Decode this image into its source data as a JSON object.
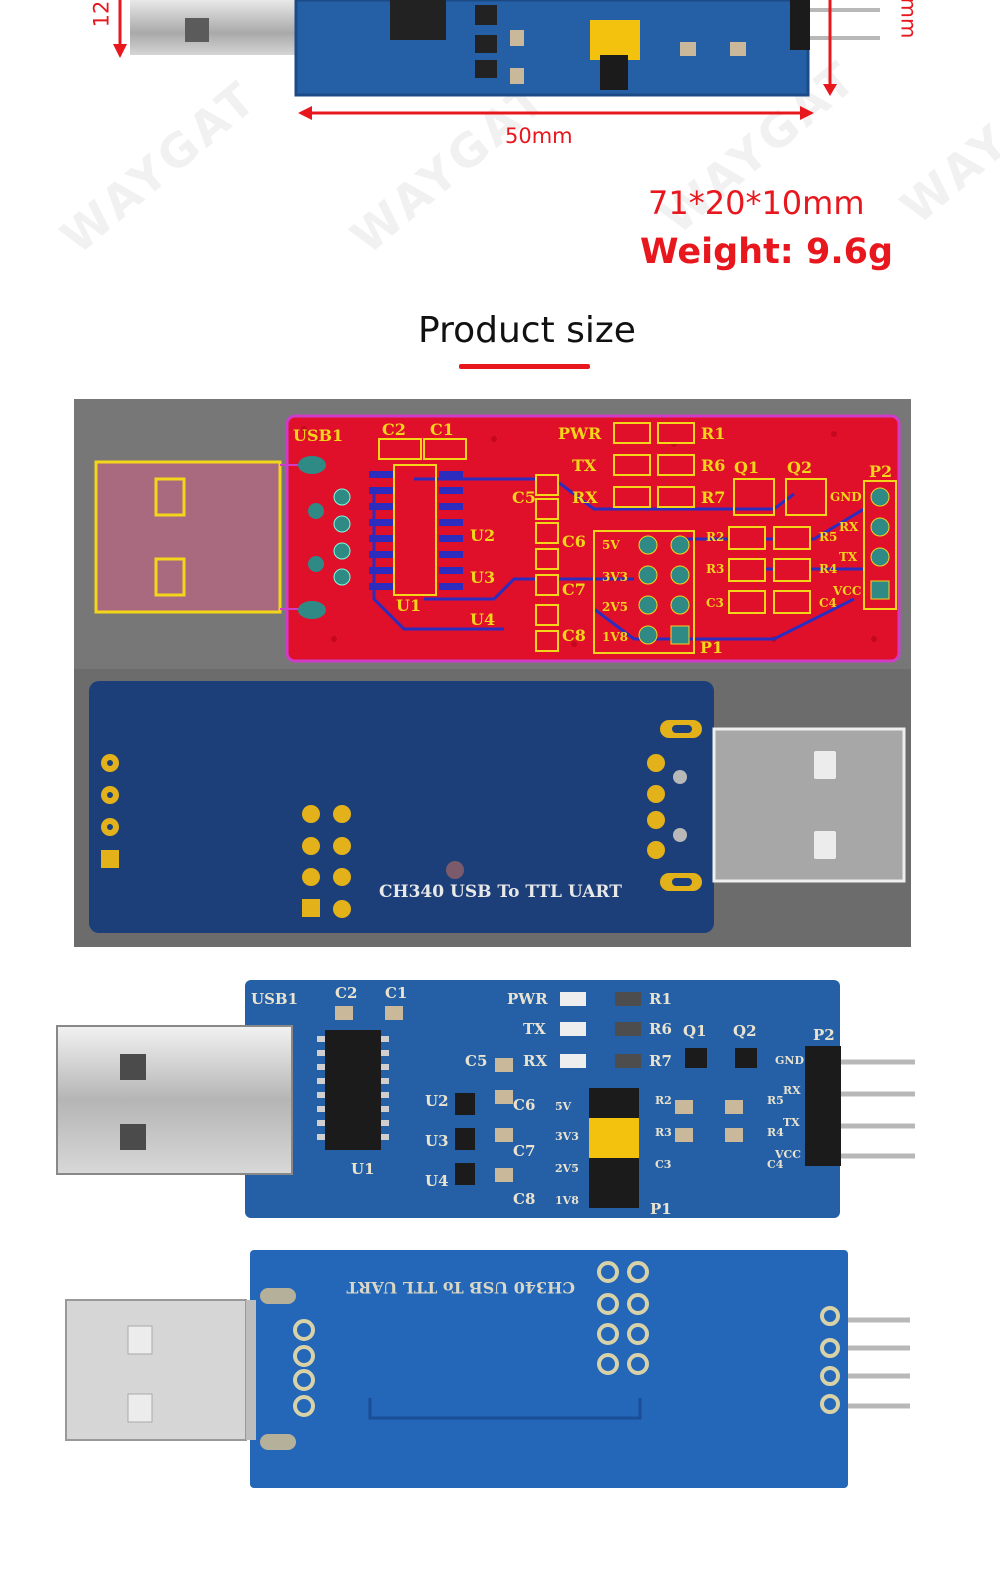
{
  "top_section": {
    "height_label": "12",
    "side_label": "mm",
    "width_label": "50mm",
    "dimensions": "71*20*10mm",
    "weight": "Weight: 9.6g"
  },
  "section_title": "Product size",
  "watermark": "WAYGAT",
  "pcb_labels": {
    "usb": "USB1",
    "c1": "C1",
    "c2": "C2",
    "c3": "C3",
    "c4": "C4",
    "c5": "C5",
    "c6": "C6",
    "c7": "C7",
    "c8": "C8",
    "pwr": "PWR",
    "tx": "TX",
    "rx": "RX",
    "r1": "R1",
    "r2": "R2",
    "r3": "R3",
    "r4": "R4",
    "r5": "R5",
    "r6": "R6",
    "r7": "R7",
    "q1": "Q1",
    "q2": "Q2",
    "u1": "U1",
    "u2": "U2",
    "u3": "U3",
    "u4": "U4",
    "p1": "P1",
    "p2": "P2",
    "v5": "5V",
    "v33": "3V3",
    "v25": "2V5",
    "v18": "1V8",
    "gnd": "GND",
    "pin_rx": "RX",
    "pin_tx": "TX",
    "vcc": "VCC"
  },
  "board_silkscreen": "CH340 USB To TTL UART",
  "colors": {
    "accent_red": "#e8171e",
    "pcb_red": "#e0102a",
    "pcb_blue_dark": "#1c3f7a",
    "pcb_blue": "#2466b8",
    "silk_yellow": "#f3d51a"
  }
}
